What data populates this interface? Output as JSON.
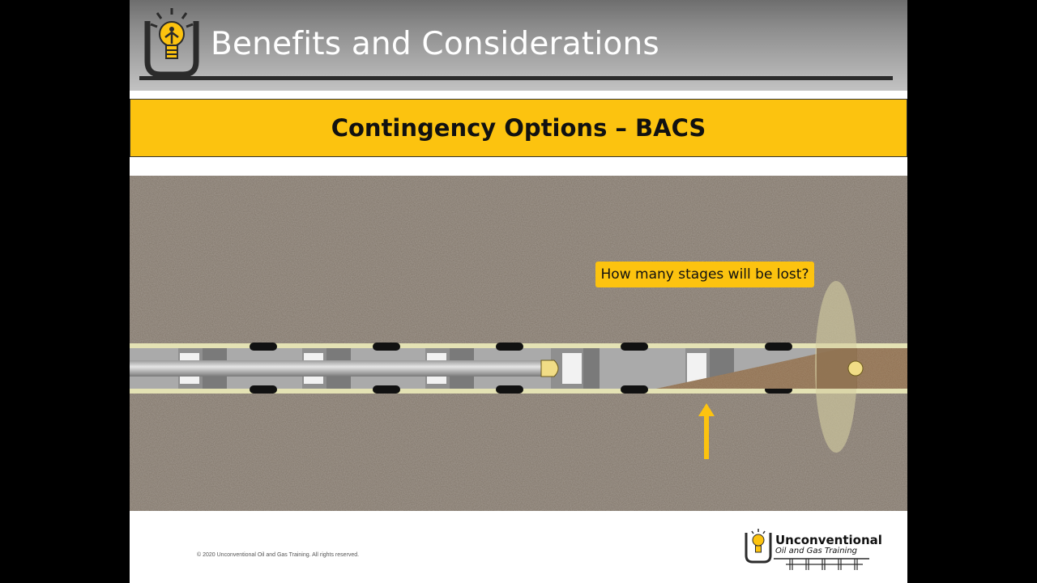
{
  "slide": {
    "title": "Benefits and Considerations",
    "banner": "Contingency Options – BACS",
    "callout": "How many stages will be lost?",
    "copyright": "© 2020 Unconventional Oil and Gas Training. All rights reserved.",
    "logo": {
      "line1": "Unconventional",
      "line2": "Oil and Gas Training"
    }
  },
  "icons": [
    "lightbulb-logo-icon",
    "up-arrow-icon",
    "ball-icon"
  ],
  "colors": {
    "accent": "#fcc30f",
    "rock": "#7f7468",
    "casing": "#aaaaaa",
    "sand": "#8a6a4a",
    "header_dark": "#2b2b2b"
  }
}
